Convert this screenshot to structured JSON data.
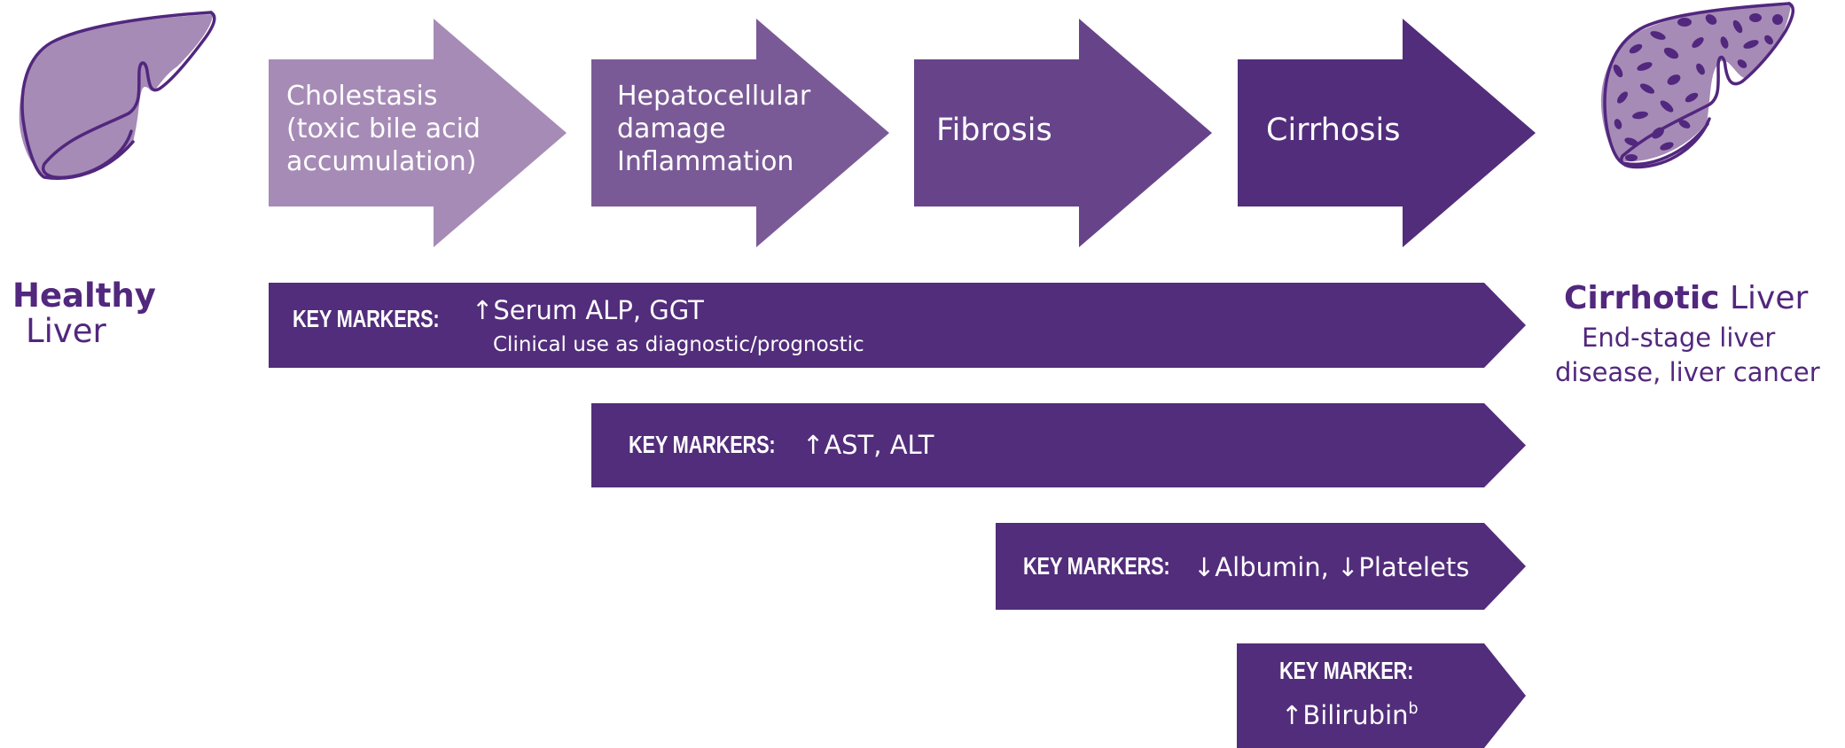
{
  "colors": {
    "stage_1": "#a68bb6",
    "stage_2": "#7a5a96",
    "stage_3": "#67448a",
    "stage_4": "#522d7b",
    "marker_bar": "#522d7b",
    "text_dark": "#52277e",
    "liver_fill": "#a68bb6",
    "liver_outline": "#52277e"
  },
  "healthy_liver": {
    "icon": "healthy-liver-icon",
    "title_bold": "Healthy",
    "title_regular": "Liver"
  },
  "cirrhotic_liver": {
    "icon": "cirrhotic-liver-icon",
    "title_bold": "Cirrhotic",
    "title_regular": "Liver",
    "description_lines": [
      "End-stage liver",
      "disease, liver cancer"
    ]
  },
  "stages": [
    {
      "lines": [
        "Cholestasis",
        "(toxic bile acid",
        "accumulation)"
      ]
    },
    {
      "lines": [
        "Hepatocellular",
        "damage",
        "Inflammation"
      ]
    },
    {
      "lines": [
        "Fibrosis"
      ]
    },
    {
      "lines": [
        "Cirrhosis"
      ]
    }
  ],
  "marker_bars": [
    {
      "label": "KEY MARKERS:",
      "arrow": "↑",
      "value": "Serum ALP, GGT",
      "subtext": "Clinical use as diagnostic/prognostic"
    },
    {
      "label": "KEY MARKERS:",
      "arrow": "↑",
      "value": "AST, ALT"
    },
    {
      "label": "KEY MARKERS:",
      "value": "↓Albumin, ↓Platelets"
    },
    {
      "label": "KEY MARKER:",
      "arrow": "↑",
      "value": "Bilirubin",
      "superscript": "b"
    }
  ]
}
